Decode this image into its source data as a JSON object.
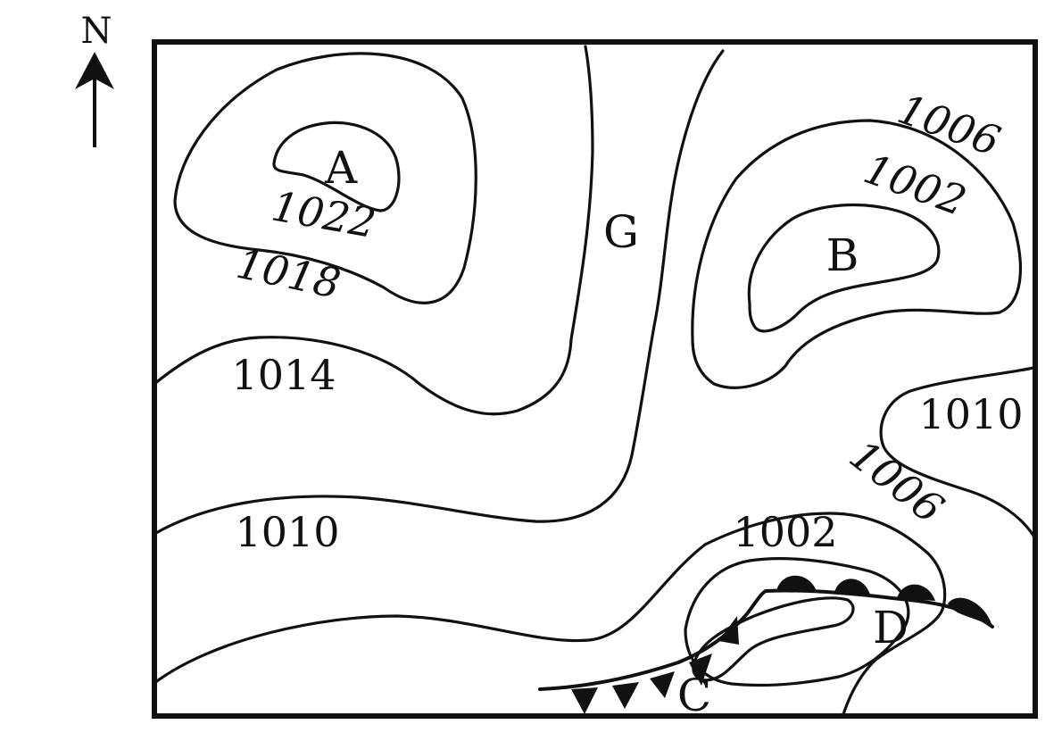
{
  "compass": {
    "north_label": "N"
  },
  "centers": {
    "a": "A",
    "b": "B",
    "c": "C",
    "d": "D",
    "g": "G"
  },
  "isobars": {
    "a_inner": "1022",
    "a_outer": "1018",
    "west_1014": "1014",
    "west_1010": "1010",
    "b_outer": "1006",
    "b_inner": "1002",
    "east_1010": "1010",
    "south_1006": "1006",
    "south_1002": "1002"
  },
  "colors": {
    "line": "#111111",
    "background": "#ffffff"
  }
}
